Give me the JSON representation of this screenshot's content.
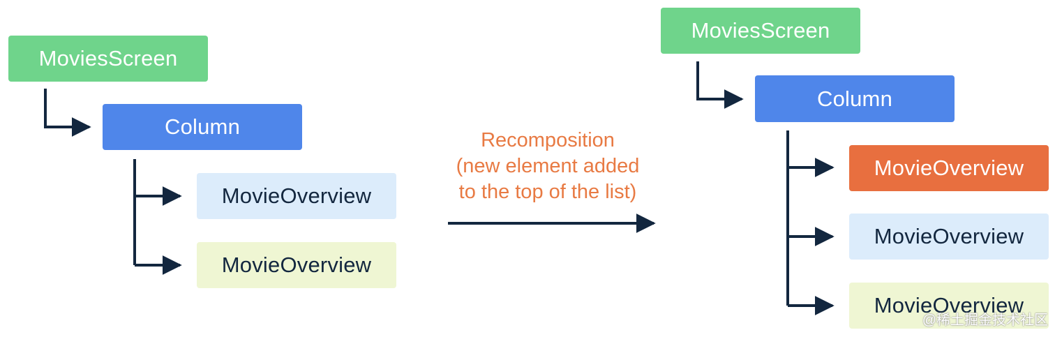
{
  "before": {
    "root": "MoviesScreen",
    "column": "Column",
    "items": [
      "MovieOverview",
      "MovieOverview"
    ]
  },
  "transition": {
    "lines": [
      "Recomposition",
      "(new element added",
      "to the top of the list)"
    ]
  },
  "after": {
    "root": "MoviesScreen",
    "column": "Column",
    "items": [
      "MovieOverview",
      "MovieOverview",
      "MovieOverview"
    ]
  },
  "colors": {
    "screen": "#6fd48b",
    "column": "#4f86ea",
    "item_existing_1": "#dcecfb",
    "item_existing_2": "#eff6d3",
    "item_new": "#e86f3f",
    "connector": "#13273f",
    "caption": "#e87a43"
  },
  "watermark": "@稀土掘金技术社区"
}
